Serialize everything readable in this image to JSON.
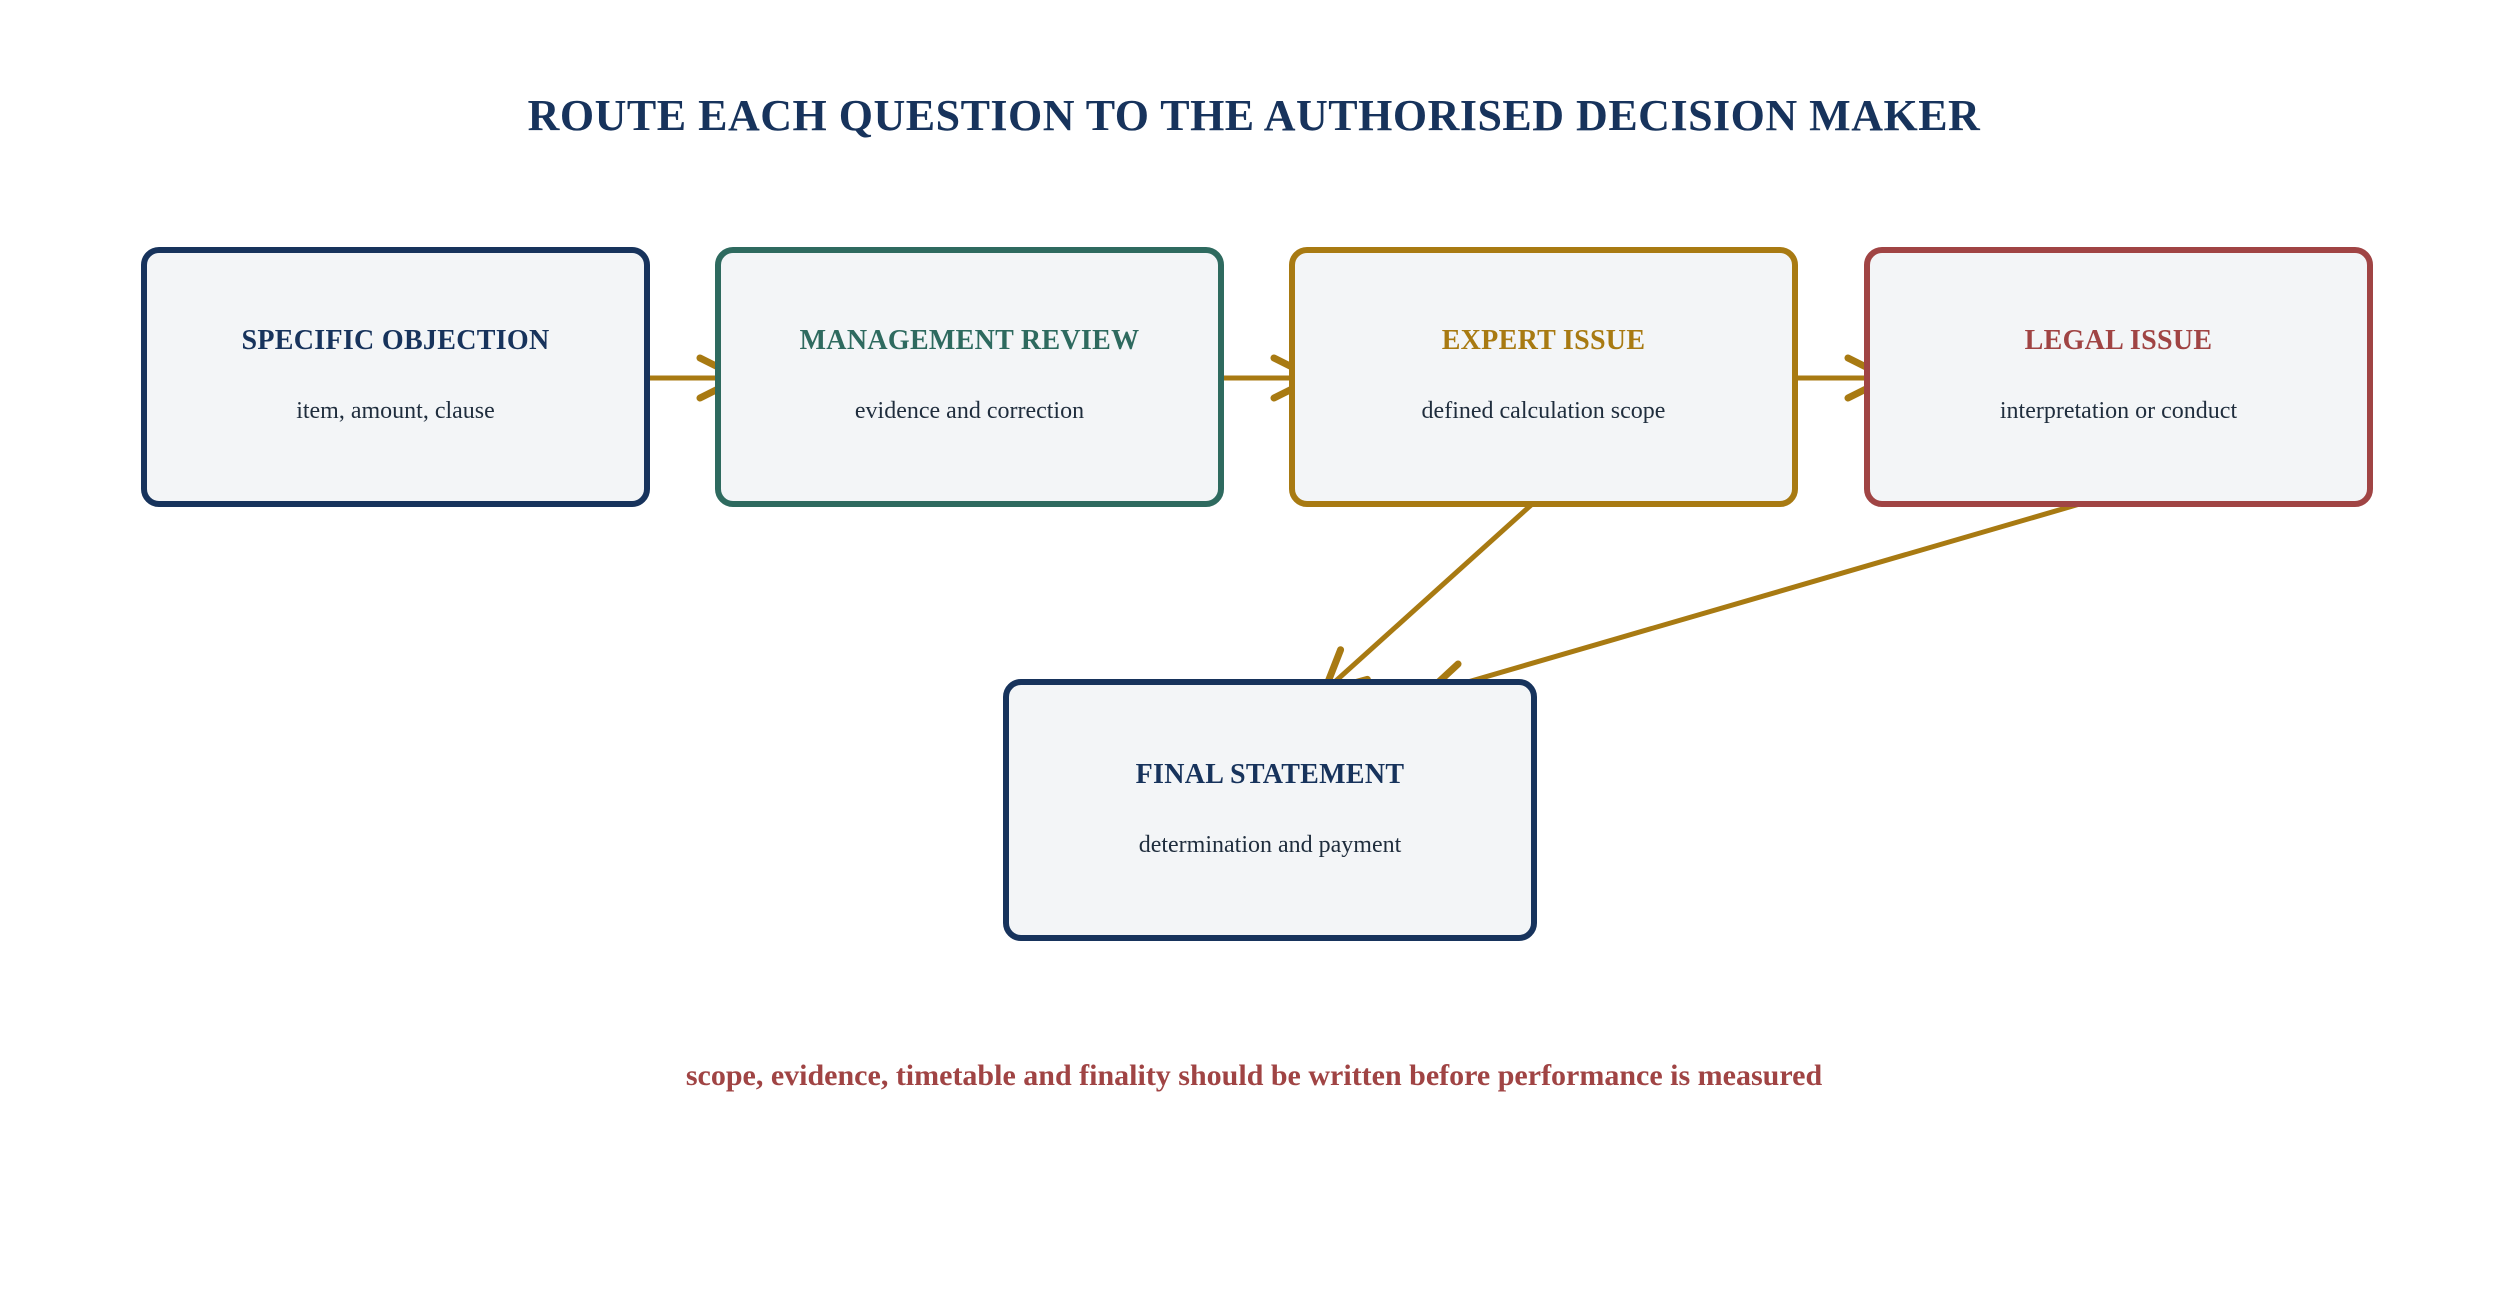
{
  "title": "ROUTE EACH QUESTION TO THE AUTHORISED DECISION MAKER",
  "nodes": [
    {
      "id": "specific-objection",
      "title": "SPECIFIC OBJECTION",
      "subtitle": "item, amount, clause",
      "color": "#17335c"
    },
    {
      "id": "management-review",
      "title": "MANAGEMENT REVIEW",
      "subtitle": "evidence and correction",
      "color": "#2e6a5f"
    },
    {
      "id": "expert-issue",
      "title": "EXPERT ISSUE",
      "subtitle": "defined calculation scope",
      "color": "#a87a12"
    },
    {
      "id": "legal-issue",
      "title": "LEGAL ISSUE",
      "subtitle": "interpretation or conduct",
      "color": "#a04444"
    },
    {
      "id": "final-statement",
      "title": "FINAL STATEMENT",
      "subtitle": "determination and payment",
      "color": "#17335c"
    }
  ],
  "edges": [
    {
      "from": "specific-objection",
      "to": "management-review"
    },
    {
      "from": "management-review",
      "to": "expert-issue"
    },
    {
      "from": "expert-issue",
      "to": "legal-issue"
    },
    {
      "from": "expert-issue",
      "to": "final-statement"
    },
    {
      "from": "legal-issue",
      "to": "final-statement"
    }
  ],
  "colors": {
    "title": "#17335c",
    "arrow": "#a87a12",
    "footer": "#a04444",
    "node_fill": "#f3f5f7"
  },
  "footer": "scope, evidence, timetable and finality should be written before performance is measured"
}
